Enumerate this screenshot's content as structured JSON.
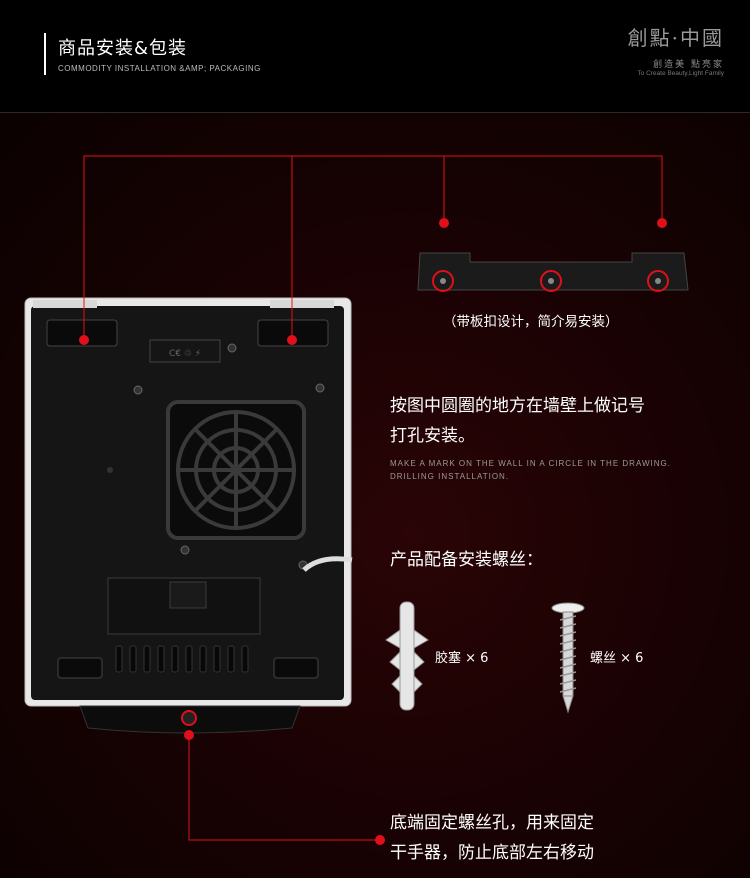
{
  "header": {
    "title": "商品安装&包装",
    "subtitle": "COMMODITY INSTALLATION &AMP; PACKAGING"
  },
  "logo": {
    "name": "創點·中國",
    "slogan_cn": "創造美  點亮家",
    "slogan_en": "To Create Beauty,Light Family"
  },
  "bracket_caption": "（带板扣设计，简介易安装）",
  "instruction": {
    "line1": "按图中圆圈的地方在墙壁上做记号",
    "line2": "打孔安装。",
    "en_line1": "MAKE A MARK ON THE WALL IN A CIRCLE IN THE DRAWING.",
    "en_line2": "DRILLING INSTALLATION."
  },
  "accessories": {
    "title": "产品配备安装螺丝：",
    "anchor_label": "胶塞 × 6",
    "screw_label": "螺丝 × 6"
  },
  "bottom_note": {
    "line1": "底端固定螺丝孔，用来固定",
    "line2": "干手器，防止底部左右移动"
  },
  "colors": {
    "accent": "#e0101a",
    "background": "#000000"
  }
}
